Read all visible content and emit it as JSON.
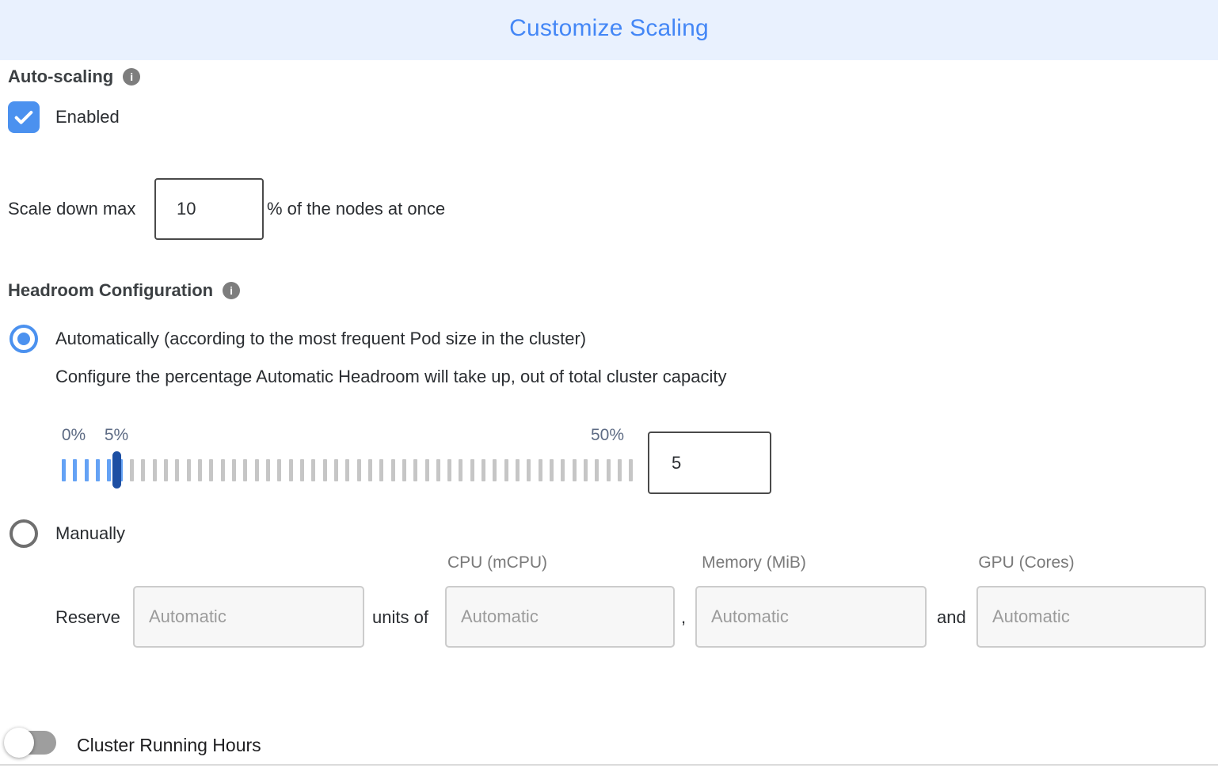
{
  "header": {
    "title": "Customize Scaling"
  },
  "icons": {
    "info": "i"
  },
  "auto_scaling": {
    "label": "Auto-scaling",
    "checkbox_label": "Enabled",
    "checked": true
  },
  "scale_down": {
    "label": "Scale down max",
    "value": "10",
    "suffix": "% of the nodes at once"
  },
  "headroom": {
    "label": "Headroom Configuration",
    "options": {
      "automatic": "Automatically (according to the most frequent Pod size in the cluster)",
      "manual": "Manually"
    },
    "selected_option": "automatic",
    "description": "Configure the percentage Automatic Headroom will take up, out of total cluster capacity",
    "slider": {
      "min_label": "0%",
      "value_label": "5%",
      "max_label": "50%",
      "value": "5",
      "min": 0,
      "max": 50,
      "tick_count": 51,
      "highlighted_ticks": 6
    }
  },
  "manual_reserve": {
    "label": "Reserve",
    "connector_units": "units of",
    "connector_comma": ",",
    "connector_and": "and",
    "column_headers": [
      "CPU (mCPU)",
      "Memory (MiB)",
      "GPU (Cores)"
    ],
    "inputs": {
      "count_placeholder": "Automatic",
      "cpu_placeholder": "Automatic",
      "memory_placeholder": "Automatic",
      "gpu_placeholder": "Automatic"
    }
  },
  "cluster_running_hours": {
    "label": "Cluster Running Hours",
    "enabled": false
  },
  "colors": {
    "banner_bg": "#e9f1fe",
    "title_blue": "#4487f6",
    "accent_blue": "#4b91ef",
    "tick_blue": "#64a2f5",
    "tick_gray": "#c6c6c6",
    "handle_navy": "#1d4fa3",
    "slider_label_gray_blue": "#5d6b84",
    "text_dark": "#2a2d31",
    "muted_gray": "#7a7a7a"
  }
}
